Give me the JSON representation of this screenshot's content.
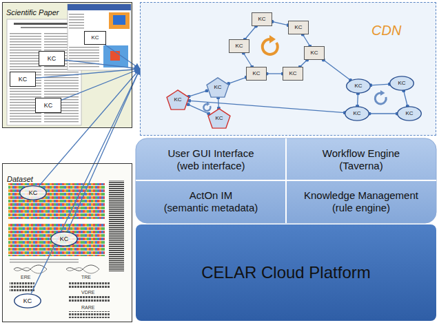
{
  "diagram": {
    "nodes": [
      {
        "text": [
          "Scientific Paper"
        ]
      },
      {
        "text": [
          "KC"
        ],
        "in": 0
      },
      {
        "text": [
          "KC"
        ],
        "in": 0
      },
      {
        "text": [
          "KC"
        ],
        "in": 0
      },
      {
        "text": [
          "KC"
        ],
        "in": 0
      },
      {
        "text": [
          "Dataset"
        ]
      },
      {
        "text": [
          "KC"
        ],
        "in": 5
      },
      {
        "text": [
          "KC"
        ],
        "in": 5
      },
      {
        "text": [
          "KC"
        ],
        "in": 5
      },
      {
        "text": [
          "CDN"
        ]
      },
      {
        "text": [
          "KC"
        ],
        "in": 9
      },
      {
        "text": [
          "KC"
        ],
        "in": 9
      },
      {
        "text": [
          "KC"
        ],
        "in": 9
      },
      {
        "text": [
          "KC"
        ],
        "in": 9
      },
      {
        "text": [
          "KC"
        ],
        "in": 9
      },
      {
        "text": [
          "KC"
        ],
        "in": 9
      },
      {
        "text": [
          "KC"
        ],
        "in": 9
      },
      {
        "text": [
          "KC"
        ],
        "in": 9
      },
      {
        "text": [
          "KC"
        ],
        "in": 9
      },
      {
        "text": [
          "KC"
        ],
        "in": 9
      },
      {
        "text": [
          "KC"
        ],
        "in": 9
      },
      {
        "text": [
          "KC"
        ],
        "in": 9
      },
      {
        "text": [
          "KC"
        ],
        "in": 9
      },
      {
        "text": [
          "User GUI Interface (web interface)"
        ]
      },
      {
        "text": [
          "Workflow Engine (Taverna)"
        ]
      },
      {
        "text": [
          "ActOn IM (semantic metadata)"
        ]
      },
      {
        "text": [
          "Knowledge Management (rule engine)"
        ]
      },
      {
        "text": [
          "CELAR Cloud Platform"
        ]
      }
    ],
    "edges": [
      {
        "from": 1,
        "to": 9,
        "arrow": "to"
      },
      {
        "from": 2,
        "to": 9,
        "arrow": "to"
      },
      {
        "from": 3,
        "to": 9,
        "arrow": "to"
      },
      {
        "from": 4,
        "to": 9,
        "arrow": "to"
      },
      {
        "from": 6,
        "to": 9,
        "arrow": "to"
      },
      {
        "from": 7,
        "to": 9,
        "arrow": "to"
      },
      {
        "from": 8,
        "to": 9,
        "arrow": "to"
      },
      {
        "from": 10,
        "to": 11,
        "arrow": "none"
      },
      {
        "from": 10,
        "to": 12,
        "arrow": "none"
      },
      {
        "from": 11,
        "to": 13,
        "arrow": "none"
      },
      {
        "from": 12,
        "to": 14,
        "arrow": "none"
      },
      {
        "from": 14,
        "to": 15,
        "arrow": "none"
      },
      {
        "from": 15,
        "to": 13,
        "arrow": "none"
      },
      {
        "from": 13,
        "to": 18,
        "arrow": "none"
      },
      {
        "from": 14,
        "to": 17,
        "arrow": "none"
      },
      {
        "from": 16,
        "to": 17,
        "arrow": "none"
      },
      {
        "from": 17,
        "to": 20,
        "arrow": "none"
      },
      {
        "from": 16,
        "to": 20,
        "arrow": "none"
      },
      {
        "from": 16,
        "to": 21,
        "arrow": "none"
      },
      {
        "from": 18,
        "to": 19,
        "arrow": "none"
      },
      {
        "from": 18,
        "to": 21,
        "arrow": "none"
      },
      {
        "from": 19,
        "to": 22,
        "arrow": "none"
      },
      {
        "from": 21,
        "to": 22,
        "arrow": "none"
      }
    ],
    "labels": [
      "ERE",
      "TRE",
      "VDRE",
      "RARE"
    ]
  }
}
